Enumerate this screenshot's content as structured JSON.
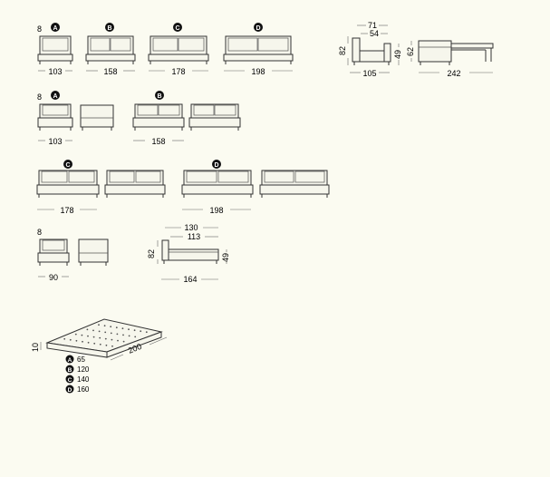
{
  "row1": {
    "count_label": "8",
    "letters": [
      "A",
      "B",
      "C",
      "D"
    ],
    "widths": [
      "103",
      "158",
      "178",
      "198"
    ]
  },
  "side_view": {
    "top1": "71",
    "top2": "54",
    "height": "82",
    "seat_height": "49",
    "depth": "105"
  },
  "bed_view": {
    "height": "62",
    "length": "242"
  },
  "row2": {
    "count_label": "8",
    "letters": [
      "A",
      "B"
    ],
    "widths": [
      "103",
      "158"
    ]
  },
  "row3": {
    "letters": [
      "C",
      "D"
    ],
    "widths": [
      "178",
      "198"
    ]
  },
  "row4": {
    "count_label": "8",
    "width": "90",
    "chaise": {
      "top1": "130",
      "top2": "113",
      "height": "82",
      "seat_height": "49",
      "length": "164"
    }
  },
  "mattress": {
    "thickness": "10",
    "length": "200",
    "options": [
      {
        "letter": "A",
        "value": "65"
      },
      {
        "letter": "B",
        "value": "120"
      },
      {
        "letter": "C",
        "value": "140"
      },
      {
        "letter": "D",
        "value": "160"
      }
    ]
  }
}
